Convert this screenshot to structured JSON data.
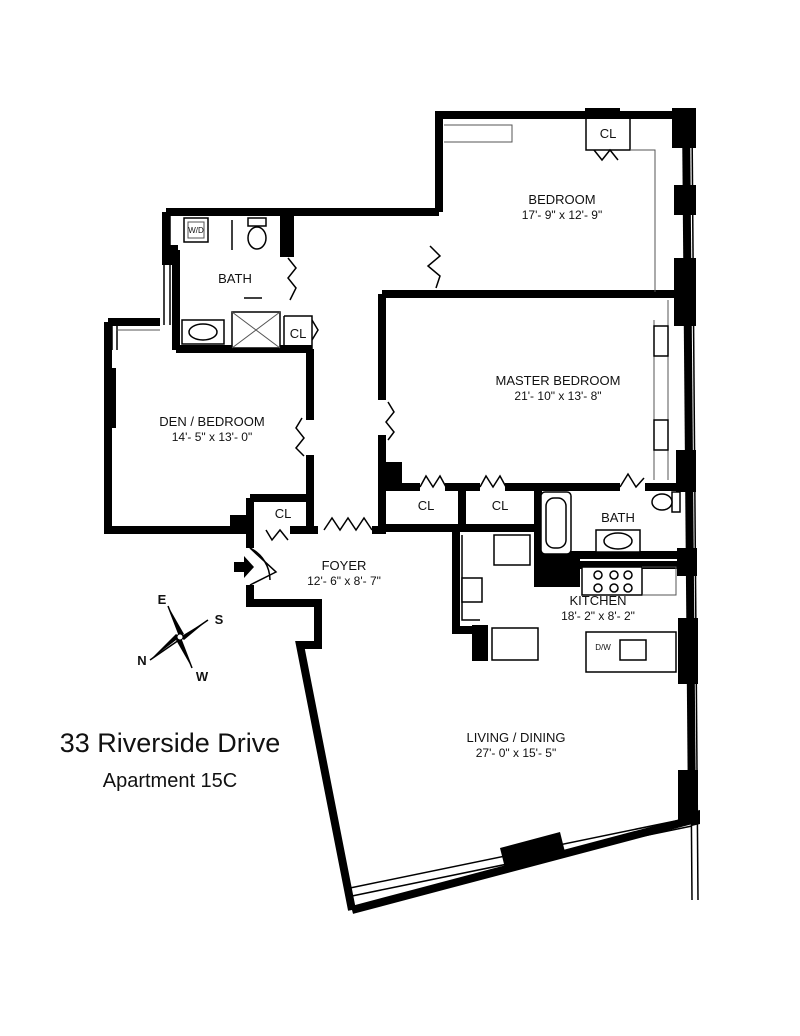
{
  "building": "33 Riverside Drive",
  "unit": "Apartment 15C",
  "compass": {
    "east": "E",
    "south": "S",
    "north": "N",
    "west": "W"
  },
  "rooms": {
    "bedroom": {
      "name": "BEDROOM",
      "dims": "17'- 9\" x 12'- 9\""
    },
    "bath1": {
      "name": "BATH"
    },
    "master": {
      "name": "MASTER BEDROOM",
      "dims": "21'- 10\" x 13'- 8\""
    },
    "den": {
      "name": "DEN / BEDROOM",
      "dims": "14'- 5\" x 13'- 0\""
    },
    "foyer": {
      "name": "FOYER",
      "dims": "12'- 6\" x 8'- 7\""
    },
    "bath2": {
      "name": "BATH"
    },
    "kitchen": {
      "name": "KITCHEN",
      "dims": "18'- 2\" x 8'- 2\""
    },
    "living": {
      "name": "LIVING / DINING",
      "dims": "27'- 0\" x 15'- 5\""
    }
  },
  "closets": {
    "bedroom": "CL",
    "bath": "CL",
    "den": "CL",
    "master_left": "CL",
    "master_right": "CL"
  },
  "fixtures": {
    "washer_dryer": "W/D",
    "dishwasher": "D/W"
  }
}
